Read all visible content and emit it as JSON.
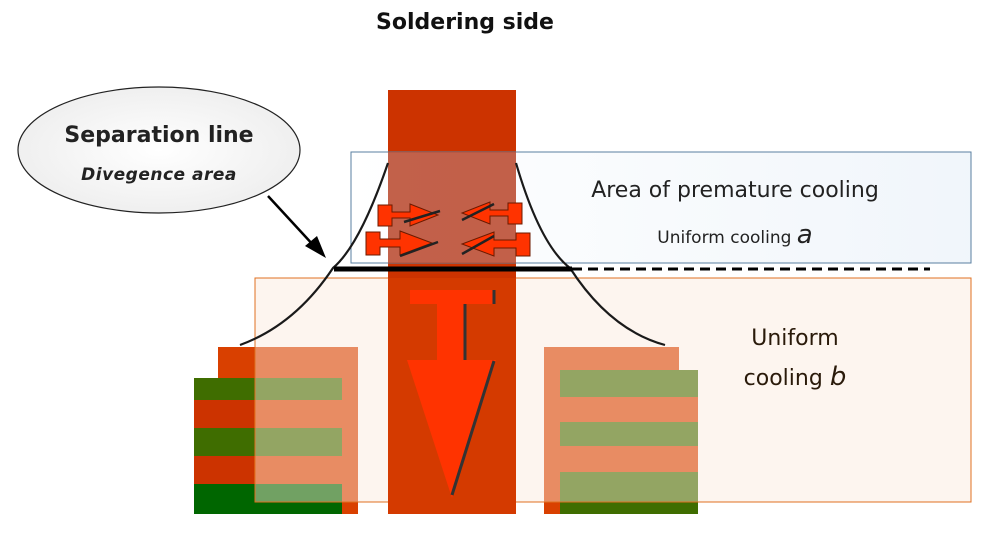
{
  "title": "Soldering side",
  "callout": {
    "title": "Separation line",
    "subtitle": "Divegence area"
  },
  "zone_a": {
    "label": "Area of premature cooling",
    "sub_label": "Uniform cooling ",
    "sub_letter": "a"
  },
  "zone_b": {
    "line1": "Uniform",
    "line2": "cooling ",
    "letter": "b"
  },
  "colors": {
    "pin_red": "#cc3300",
    "pcb_red": "#d94000",
    "pcb_green": "#3f6d00",
    "arrow_red": "#ff3300",
    "zone_a_border": "#5a7fa0",
    "zone_b_border": "#e07020"
  }
}
